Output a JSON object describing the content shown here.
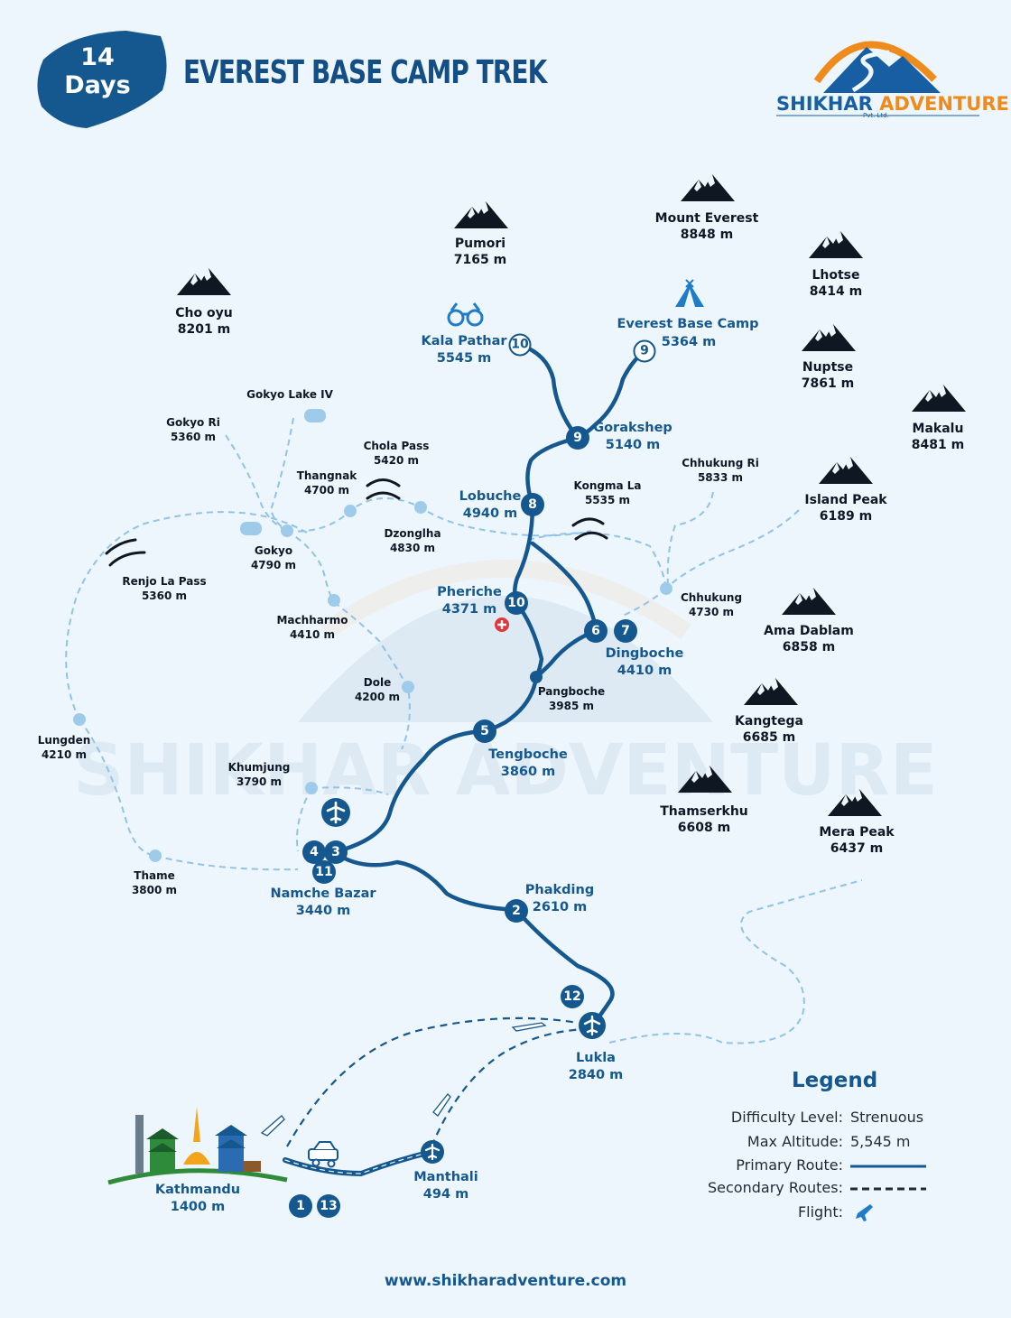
{
  "header": {
    "days_number": "14",
    "days_word": "Days",
    "title": "EVEREST BASE CAMP TREK"
  },
  "brand": {
    "name_part1": "SHIKHAR",
    "name_part2": "ADVENTURE",
    "sub": "Pvt. Ltd."
  },
  "peaks": [
    {
      "name": "Mount Everest",
      "alt": "8848 m"
    },
    {
      "name": "Pumori",
      "alt": "7165 m"
    },
    {
      "name": "Lhotse",
      "alt": "8414 m"
    },
    {
      "name": "Cho oyu",
      "alt": "8201 m"
    },
    {
      "name": "Nuptse",
      "alt": "7861 m"
    },
    {
      "name": "Makalu",
      "alt": "8481 m"
    },
    {
      "name": "Island Peak",
      "alt": "6189 m"
    },
    {
      "name": "Ama Dablam",
      "alt": "6858 m"
    },
    {
      "name": "Kangtega",
      "alt": "6685 m"
    },
    {
      "name": "Thamserkhu",
      "alt": "6608 m"
    },
    {
      "name": "Mera Peak",
      "alt": "6437 m"
    }
  ],
  "route_stops": [
    {
      "name": "Kala Pathar",
      "alt": "5545 m"
    },
    {
      "name": "Everest Base Camp",
      "alt": "5364 m"
    },
    {
      "name": "Gorakshep",
      "alt": "5140 m"
    },
    {
      "name": "Lobuche",
      "alt": "4940 m"
    },
    {
      "name": "Pheriche",
      "alt": "4371 m"
    },
    {
      "name": "Dingboche",
      "alt": "4410 m"
    },
    {
      "name": "Tengboche",
      "alt": "3860 m"
    },
    {
      "name": "Namche Bazar",
      "alt": "3440 m"
    },
    {
      "name": "Phakding",
      "alt": "2610 m"
    },
    {
      "name": "Lukla",
      "alt": "2840 m"
    },
    {
      "name": "Manthali",
      "alt": "494 m"
    },
    {
      "name": "Kathmandu",
      "alt": "1400 m"
    }
  ],
  "side_places": [
    {
      "name": "Gokyo Lake IV",
      "alt": ""
    },
    {
      "name": "Gokyo Ri",
      "alt": "5360 m"
    },
    {
      "name": "Chola Pass",
      "alt": "5420 m"
    },
    {
      "name": "Thangnak",
      "alt": "4700 m"
    },
    {
      "name": "Kongma La",
      "alt": "5535 m"
    },
    {
      "name": "Chhukung Ri",
      "alt": "5833 m"
    },
    {
      "name": "Dzonglha",
      "alt": "4830 m"
    },
    {
      "name": "Gokyo",
      "alt": "4790 m"
    },
    {
      "name": "Renjo La Pass",
      "alt": "5360 m"
    },
    {
      "name": "Chhukung",
      "alt": "4730 m"
    },
    {
      "name": "Machharmo",
      "alt": "4410 m"
    },
    {
      "name": "Dole",
      "alt": "4200 m"
    },
    {
      "name": "Pangboche",
      "alt": "3985 m"
    },
    {
      "name": "Lungden",
      "alt": "4210 m"
    },
    {
      "name": "Khumjung",
      "alt": "3790 m"
    },
    {
      "name": "Thame",
      "alt": "3800 m"
    }
  ],
  "day_markers": [
    "10",
    "9",
    "9",
    "8",
    "10",
    "6",
    "7",
    "5",
    "4",
    "3",
    "11",
    "2",
    "12",
    "1",
    "13"
  ],
  "legend": {
    "title": "Legend",
    "difficulty_label": "Difficulty Level:",
    "difficulty_value": "Strenuous",
    "altitude_label": "Max Altitude:",
    "altitude_value": "5,545 m",
    "primary_label": "Primary Route:",
    "secondary_label": "Secondary Routes:",
    "flight_label": "Flight:"
  },
  "footer": {
    "url": "www.shikharadventure.com"
  },
  "colors": {
    "primary_route": "#14588f",
    "secondary_route": "#8fc3e8",
    "accent": "#ef8b1d",
    "background": "#eef6fd"
  }
}
